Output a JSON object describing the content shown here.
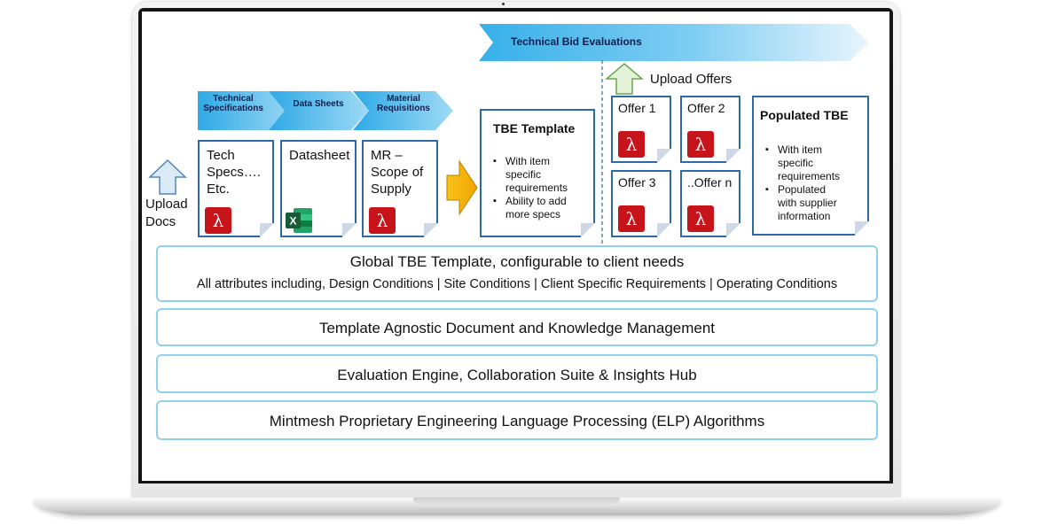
{
  "banner": {
    "label": "Technical Bid Evaluations"
  },
  "input_chevrons": [
    {
      "label": "Technical Specifications"
    },
    {
      "label": "Data Sheets"
    },
    {
      "label": "Material Requisitions"
    }
  ],
  "upload_docs": {
    "label": "Upload Docs",
    "label_lines": [
      "Upload",
      "Docs"
    ]
  },
  "upload_offers": {
    "label": "Upload Offers"
  },
  "input_docs": [
    {
      "text": "Tech Specs…. Etc.",
      "lines": [
        "Tech",
        "Specs….",
        "Etc."
      ],
      "icon": "pdf-icon"
    },
    {
      "text": "Datasheet",
      "lines": [
        "Datasheet"
      ],
      "icon": "excel-icon"
    },
    {
      "text": "MR – Scope of Supply",
      "lines": [
        "MR –",
        "Scope of",
        "Supply"
      ],
      "icon": "pdf-icon"
    }
  ],
  "tbe_template": {
    "title": "TBE Template",
    "bullets": [
      "With item specific requirements",
      "Ability to add more specs"
    ],
    "bullet_lines": [
      [
        "With item",
        "specific",
        "requirements"
      ],
      [
        "Ability to add",
        "more specs"
      ]
    ]
  },
  "offers": [
    {
      "label": "Offer 1",
      "icon": "pdf-icon"
    },
    {
      "label": "Offer 2",
      "icon": "pdf-icon"
    },
    {
      "label": "Offer 3",
      "icon": "pdf-icon"
    },
    {
      "label": "..Offer n",
      "icon": "pdf-icon"
    }
  ],
  "populated_tbe": {
    "title": "Populated TBE",
    "bullets": [
      "With item specific requirements",
      "Populated with supplier information"
    ],
    "bullet_lines": [
      [
        "With item",
        "specific",
        "requirements"
      ],
      [
        "Populated",
        "with supplier",
        "information"
      ]
    ]
  },
  "layers": [
    {
      "title": "Global TBE Template, configurable to client needs",
      "subtitle": "All attributes including, Design Conditions | Site Conditions | Client Specific Requirements | Operating Conditions"
    },
    {
      "title": "Template Agnostic Document and Knowledge Management"
    },
    {
      "title": "Evaluation Engine, Collaboration Suite & Insights Hub"
    },
    {
      "title": "Mintmesh Proprietary Engineering Language Processing (ELP) Algorithms"
    }
  ],
  "colors": {
    "doc_border": "#2d6aa8",
    "chevron_blue": "#3fb6ec",
    "layer_border": "#8fd2ef",
    "pdf_red": "#c7131a",
    "excel_green": "#1d7a45",
    "process_arrow": "#f5b400",
    "upload_arrow_blue": "#dbeaf7",
    "upload_arrow_green": "#e4f2d9"
  }
}
